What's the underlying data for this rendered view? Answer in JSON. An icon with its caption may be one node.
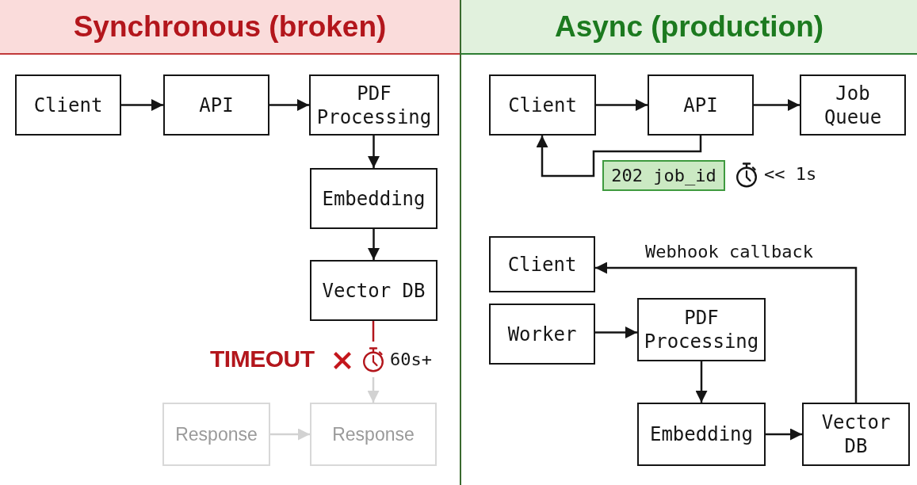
{
  "diagram": {
    "nodes": [
      {
        "text": [
          "Synchronous (broken)"
        ]
      },
      {
        "text": [
          "Client"
        ]
      },
      {
        "text": [
          "API"
        ]
      },
      {
        "text": [
          "PDF Processing"
        ]
      },
      {
        "text": [
          "Embedding"
        ]
      },
      {
        "text": [
          "Vector DB"
        ]
      },
      {
        "text": [],
        "shape": "picture"
      },
      {
        "text": [
          "Response"
        ]
      },
      {
        "text": [
          "Response"
        ]
      },
      {
        "text": [
          "Async (production)"
        ]
      },
      {
        "text": [
          "Client"
        ]
      },
      {
        "text": [
          "API"
        ]
      },
      {
        "text": [
          "Job Queue"
        ]
      },
      {
        "text": [
          "Client"
        ]
      },
      {
        "text": [
          "Worker"
        ]
      },
      {
        "text": [
          "PDF Processing"
        ]
      },
      {
        "text": [
          "Embedding"
        ]
      },
      {
        "text": [
          "Vector DB"
        ]
      }
    ],
    "edges": [
      {
        "from": 1,
        "to": 2,
        "arrow": "to"
      },
      {
        "from": 2,
        "to": 3,
        "arrow": "to"
      },
      {
        "from": 3,
        "to": 4,
        "arrow": "to"
      },
      {
        "from": 4,
        "to": 5,
        "arrow": "to"
      },
      {
        "from": 5,
        "to": 6,
        "arrow": "none",
        "color": "#b3161c"
      },
      {
        "from": 6,
        "to": 8,
        "arrow": "to",
        "color": "#d2d2d2"
      },
      {
        "from": 7,
        "to": 8,
        "arrow": "to",
        "color": "#d2d2d2"
      },
      {
        "from": 10,
        "to": 11,
        "arrow": "to"
      },
      {
        "from": 11,
        "to": 12,
        "arrow": "to"
      },
      {
        "from": 11,
        "to": 10,
        "arrow": "to",
        "label": "202 job_id"
      },
      {
        "from": 14,
        "to": 15,
        "arrow": "to"
      },
      {
        "from": 15,
        "to": 16,
        "arrow": "to"
      },
      {
        "from": 16,
        "to": 17,
        "arrow": "to"
      },
      {
        "from": 17,
        "to": 13,
        "arrow": "to",
        "label": "Webhook callback"
      }
    ],
    "labels": [
      "TIMEOUT",
      "60s+",
      "<< 1s"
    ]
  }
}
